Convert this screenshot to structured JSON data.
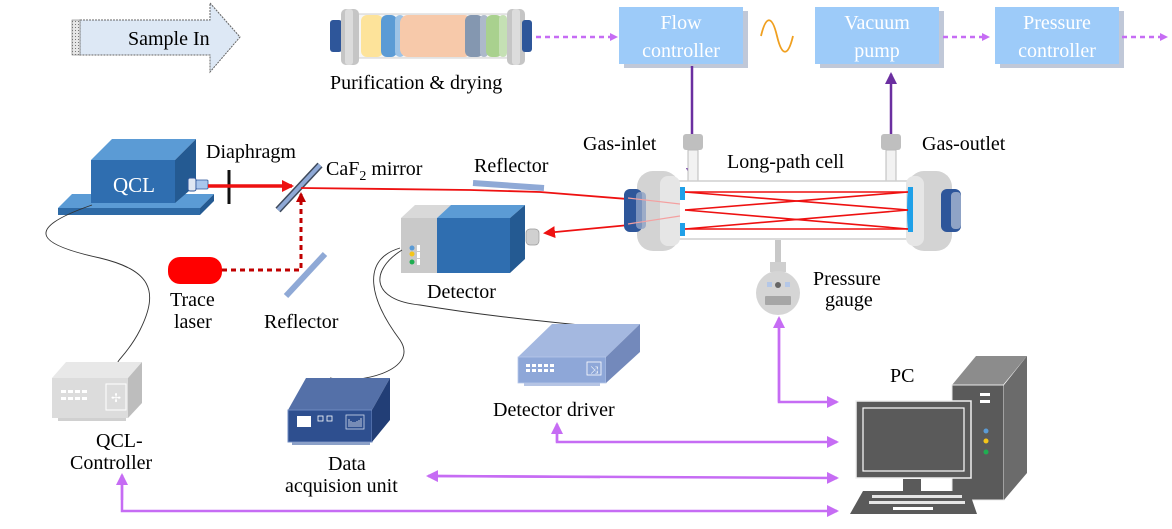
{
  "title": "QCL long-path cell gas sensing setup",
  "colors": {
    "flow_box": "#9dcbf9",
    "gas_flow_arrow": "#c66cf4",
    "laser_beam": "#ee1111",
    "gas_line": "#6b2fa0",
    "sine": "#f0a020",
    "device_blue": "#2f6eb0",
    "pc_gray": "#5a5a5a"
  },
  "sample_in": {
    "label": "Sample In"
  },
  "purification": {
    "label": "Purification & drying"
  },
  "flow_controller": {
    "line1": "Flow",
    "line2": "controller"
  },
  "vacuum_pump": {
    "line1": "Vacuum",
    "line2": "pump"
  },
  "pressure_controller": {
    "line1": "Pressure",
    "line2": "controller"
  },
  "qcl": {
    "label": "QCL"
  },
  "diaphragm": {
    "label": "Diaphragm"
  },
  "caf2_mirror": {
    "label_main": "CaF",
    "label_sub": "2",
    "label_tail": " mirror"
  },
  "reflector_top": {
    "label": "Reflector"
  },
  "reflector_bottom": {
    "label": "Reflector"
  },
  "trace_laser": {
    "line1": "Trace",
    "line2": "laser"
  },
  "detector": {
    "label": "Detector"
  },
  "gas_inlet": {
    "label": "Gas-inlet"
  },
  "gas_outlet": {
    "label": "Gas-outlet"
  },
  "long_path_cell": {
    "label": "Long-path cell"
  },
  "pressure_gauge": {
    "line1": "Pressure",
    "line2": "gauge"
  },
  "pc": {
    "label": "PC"
  },
  "qcl_controller": {
    "line1": "QCL-",
    "line2": "Controller"
  },
  "daq": {
    "line1": "Data",
    "line2": "acquision unit"
  },
  "detector_driver": {
    "label": "Detector driver"
  }
}
